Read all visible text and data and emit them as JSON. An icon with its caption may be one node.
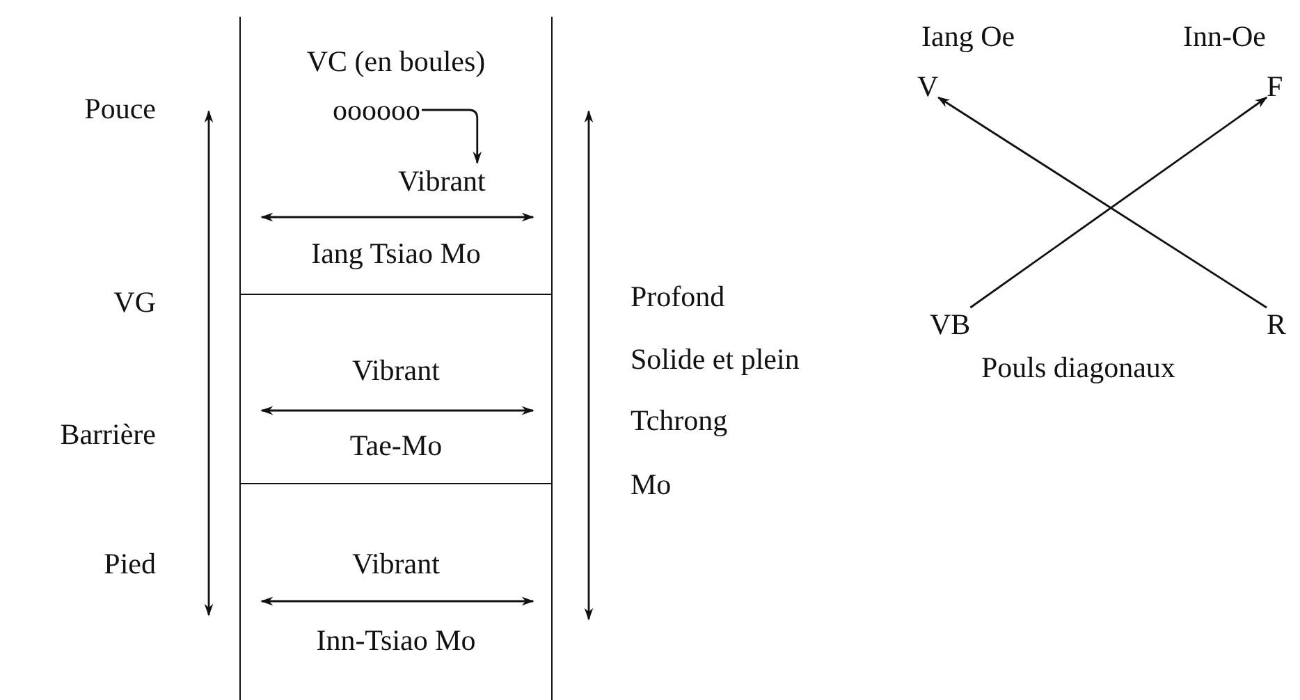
{
  "diagram": {
    "nodes": [
      {
        "text": [
          "VC (en boules)",
          "Iang Tsiao Mo"
        ]
      },
      {
        "text": [
          "oooooo"
        ],
        "in": 0
      },
      {
        "text": [
          "Vibrant"
        ],
        "in": 0
      },
      {
        "text": [
          "Vibrant",
          "Tae-Mo"
        ]
      },
      {
        "text": [
          "Vibrant",
          "Inn-Tsiao Mo"
        ]
      },
      {
        "text": [
          "V"
        ]
      },
      {
        "text": [
          "F"
        ]
      },
      {
        "text": [
          "VB"
        ]
      },
      {
        "text": [
          "R"
        ]
      }
    ],
    "edges": [
      {
        "from": 1,
        "to": 2,
        "arrow": "to"
      },
      {
        "from": 8,
        "to": 5,
        "arrow": "to"
      },
      {
        "from": 7,
        "to": 6,
        "arrow": "to"
      }
    ],
    "labels": [
      "Iang Oe",
      "Inn-Oe",
      "Pouce",
      "VG",
      "Profond",
      "Solide et plein",
      "Pouls diagonaux",
      "Barrière",
      "Tchrong",
      "Mo",
      "Pied"
    ]
  }
}
